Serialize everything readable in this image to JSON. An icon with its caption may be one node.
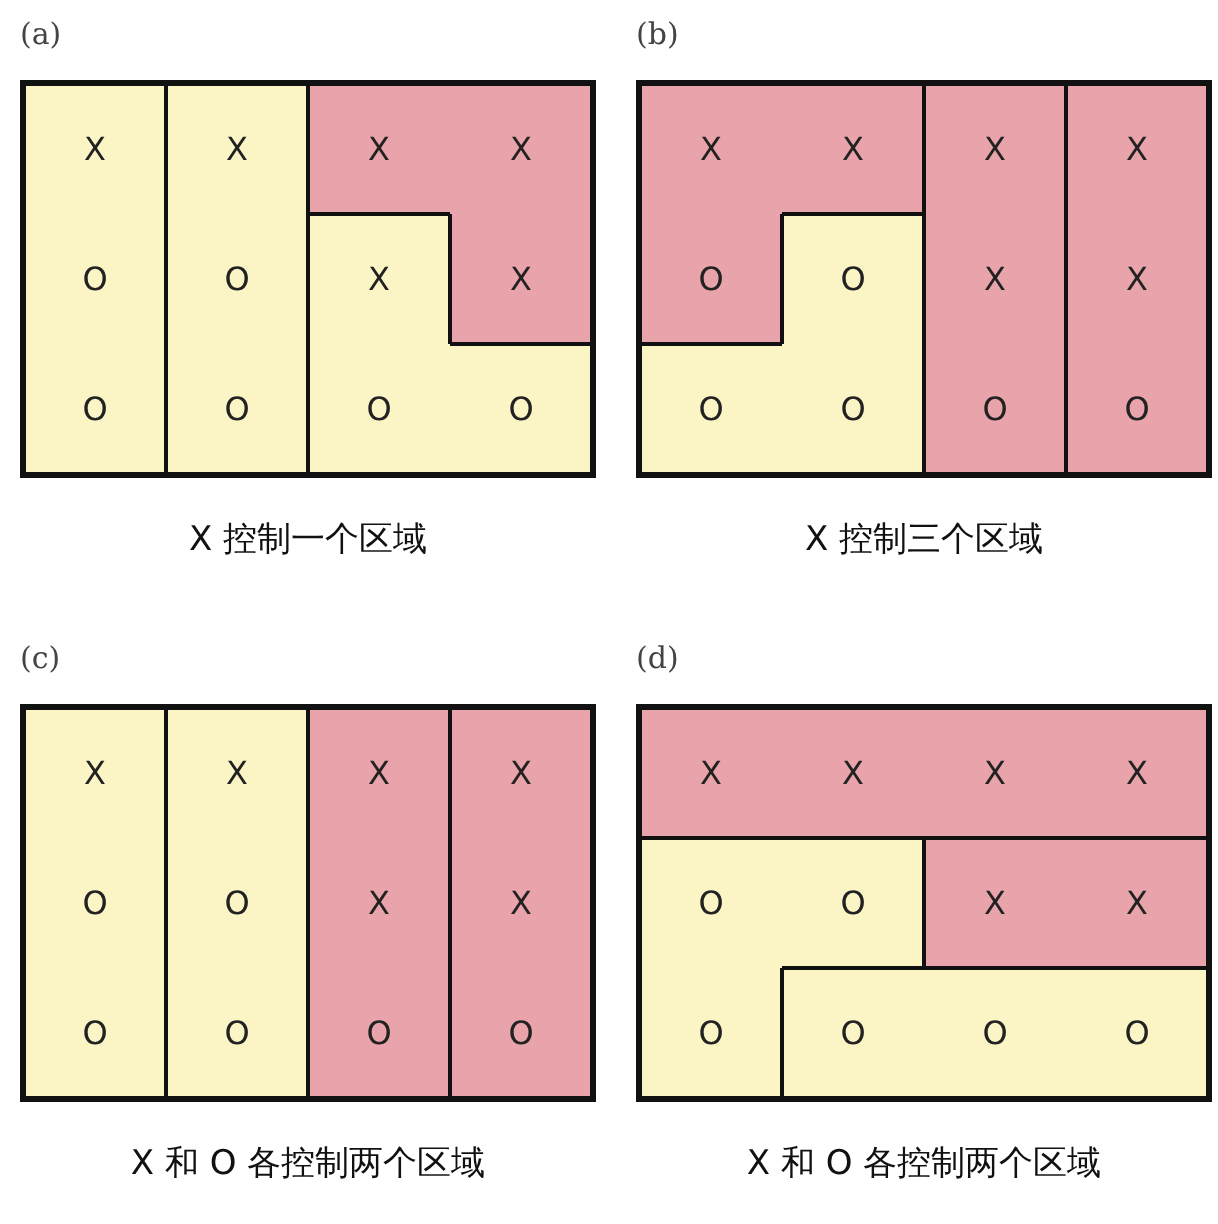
{
  "diagram": {
    "nodes": [
      {
        "text": [
          "(a)",
          "X 控制一个区域"
        ]
      },
      {
        "text": [
          "X",
          "O",
          "O"
        ],
        "in": 0
      },
      {
        "text": [
          "X",
          "O",
          "O"
        ],
        "in": 0
      },
      {
        "text": [
          "X",
          "X",
          "X"
        ],
        "in": 0
      },
      {
        "text": [
          "X",
          "O",
          "O"
        ],
        "in": 0
      },
      {
        "text": [
          "(b)",
          "X 控制三个区域"
        ]
      },
      {
        "text": [
          "X",
          "X",
          "O"
        ],
        "in": 5
      },
      {
        "text": [
          "O",
          "O",
          "O"
        ],
        "in": 5
      },
      {
        "text": [
          "X",
          "X",
          "O"
        ],
        "in": 5
      },
      {
        "text": [
          "X",
          "X",
          "O"
        ],
        "in": 5
      },
      {
        "text": [
          "(c)",
          "X 和 O 各控制两个区域"
        ]
      },
      {
        "text": [
          "X",
          "O",
          "O"
        ],
        "in": 10
      },
      {
        "text": [
          "X",
          "O",
          "O"
        ],
        "in": 10
      },
      {
        "text": [
          "X",
          "X",
          "O"
        ],
        "in": 10
      },
      {
        "text": [
          "X",
          "X",
          "O"
        ],
        "in": 10
      },
      {
        "text": [
          "(d)",
          "X 和 O 各控制两个区域"
        ]
      },
      {
        "text": [
          "X",
          "X",
          "X",
          "X"
        ],
        "in": 15
      },
      {
        "text": [
          "O",
          "O",
          "O"
        ],
        "in": 15
      },
      {
        "text": [
          "X",
          "X"
        ],
        "in": 15
      },
      {
        "text": [
          "O",
          "O",
          "O"
        ],
        "in": 15
      }
    ]
  }
}
